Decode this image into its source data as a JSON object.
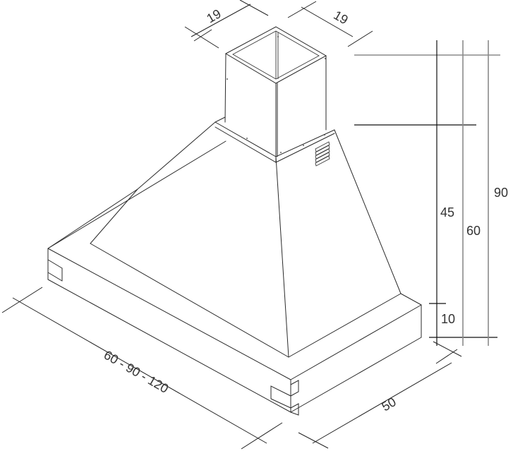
{
  "drawing": {
    "subject": "chimney-hood-isometric-dimensions",
    "units": "cm",
    "colors": {
      "line": "#2a2a2a",
      "dimension_dark": "#111111",
      "dimension_grey": "#8a8a8a",
      "text": "#333333",
      "background": "#ffffff"
    }
  },
  "dimensions": {
    "chimney_width_left": "19",
    "chimney_width_right": "19",
    "chimney_height": "45",
    "canopy_height": "60",
    "total_height": "90",
    "base_height": "10",
    "hood_width": "60 - 90 - 120",
    "hood_depth": "50"
  }
}
